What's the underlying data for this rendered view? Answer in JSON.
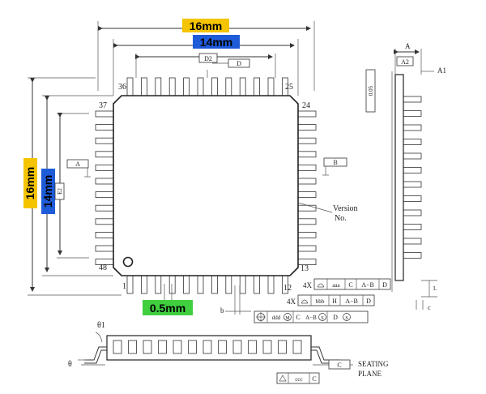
{
  "dimensions": {
    "outer": "16mm",
    "inner": "14mm",
    "pitch": "0.5mm"
  },
  "highlight_colors": {
    "outer": "#f5c400",
    "inner": "#1e5bd8",
    "pitch": "#3fcf3f"
  },
  "pins": {
    "p36": "36",
    "p25": "25",
    "p37": "37",
    "p24": "24",
    "p48": "48",
    "p13": "13",
    "p1": "1",
    "p12": "12"
  },
  "labels": {
    "d2": "D2",
    "d_ref": "D",
    "a_ref": "A",
    "b_ref": "B",
    "e2": "E2",
    "version": "Version",
    "version_no": "No.",
    "seating": "SEATING",
    "plane": "PLANE",
    "c_ref": "C",
    "a_top": "A",
    "a2": "A2",
    "a1": "A1",
    "flat": "0.05",
    "theta1": "θ1",
    "theta": "θ",
    "b": "b",
    "c_side": "c",
    "l_side": "L"
  },
  "tolerance_frames": {
    "row1_prefix": "4X",
    "row1_value": "aaa",
    "row1_datum1": "C",
    "row1_datum2": "A−B",
    "row1_datum3": "D",
    "row2_prefix": "4X",
    "row2_value": "bbb",
    "row2_datum1": "H",
    "row2_datum2": "A−B",
    "row2_datum3": "D",
    "row3_value": "ddd",
    "row3_m": "M",
    "row3_datum1": "C",
    "row3_datum2": "A−B",
    "row3_s1": "S",
    "row3_datum3": "D",
    "row3_s2": "S",
    "row4_value": "ccc",
    "row4_datum": "C"
  }
}
